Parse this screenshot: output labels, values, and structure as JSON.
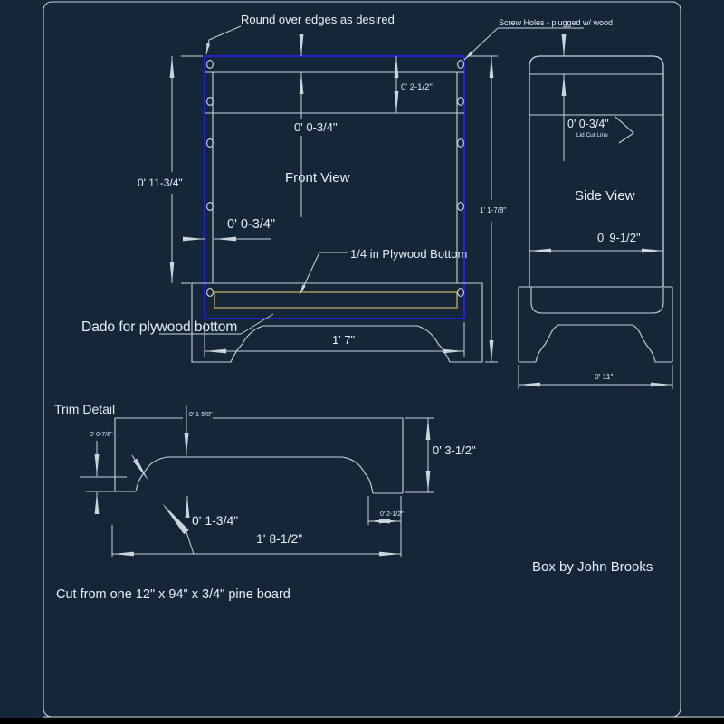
{
  "colors": {
    "background": "#152638",
    "outside_frame": "#000000",
    "line": "#ccd4da",
    "text": "#e9eef3",
    "highlight_blue": "#2323d9",
    "plywood_gold": "#b3a35f"
  },
  "annotations": {
    "round_over": "Round over edges as desired",
    "screw_holes": "Screw Holes - plugged w/ wood",
    "plywood_bottom": "1/4 in Plywood Bottom",
    "dado": "Dado for plywood bottom",
    "lid_cut_line": "Lid Cut Line"
  },
  "views": {
    "front": "Front View",
    "side": "Side View",
    "trim": "Trim Detail"
  },
  "front_dims": {
    "lid_height": "0' 2-1/2\"",
    "top_rail": "0' 0-3/4\"",
    "side_height": "0' 11-3/4\"",
    "wall_thickness": "0' 0-3/4\"",
    "overall_width": "1' 7\"",
    "overall_height": "1' 1-7/8\""
  },
  "side_dims": {
    "top_rail": "0' 0-3/4\"",
    "depth": "0' 9-1/2\"",
    "base_depth": "0' 11\""
  },
  "trim_dims": {
    "top_to_shoulder": "0' 1-5/8\"",
    "foot_height": "0' 0-7/8\"",
    "trim_height": "0' 3-1/2\"",
    "foot_width": "0' 1-3/4\"",
    "end_width": "0' 2-1/2\"",
    "trim_length": "1' 8-1/2\""
  },
  "notes": {
    "material": "Cut from one 12\" x 94\" x 3/4\" pine board",
    "credit": "Box by John Brooks"
  }
}
